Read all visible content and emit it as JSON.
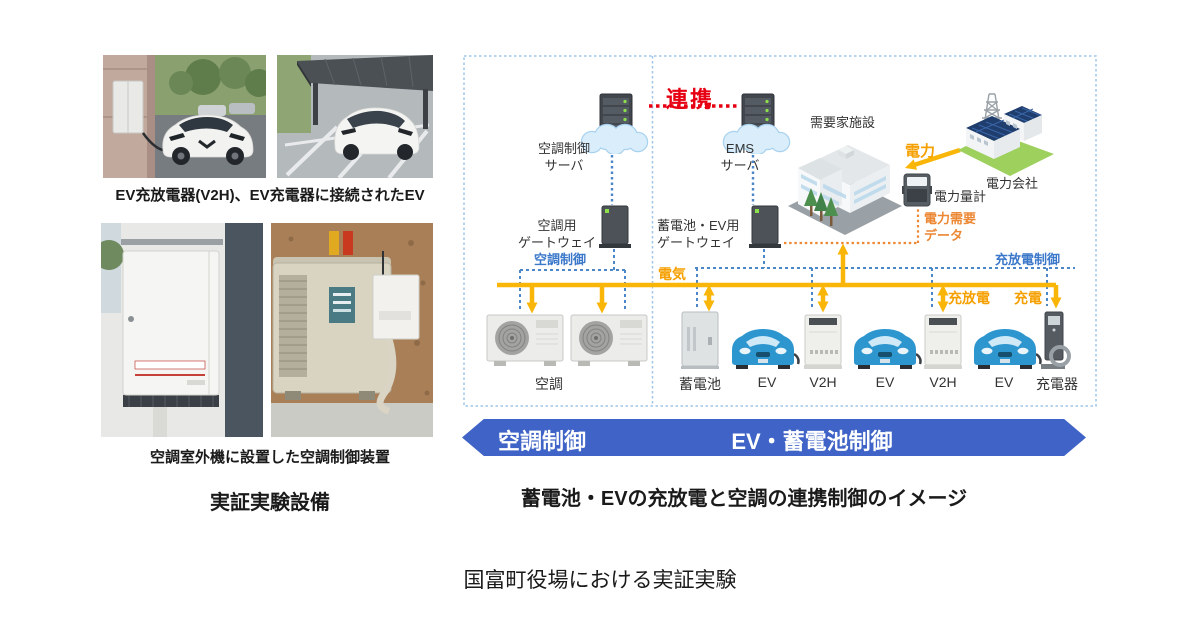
{
  "left_panel": {
    "caption_top": "EV充放電器(V2H)、EV充電器に接続されたEV",
    "caption_bottom": "空調室外機に設置した空調制御装置",
    "title": "実証実験設備"
  },
  "diagram": {
    "linkage": "連携",
    "ac_server": "空調制御\nサーバ",
    "ems_server": "EMS\nサーバ",
    "ac_gateway": "空調用\nゲートウェイ",
    "ev_gateway": "蓄電池・EV用\nゲートウェイ",
    "ac_control": "空調制御",
    "discharge_control": "充放電制御",
    "electricity": "電気",
    "charge_discharge": "充放電",
    "charge": "充電",
    "power": "電力",
    "facility": "需要家施設",
    "power_company": "電力会社",
    "meter": "電力量計",
    "demand_data": "電力需要\nデータ",
    "device_labels": [
      "空調",
      "蓄電池",
      "EV",
      "V2H",
      "EV",
      "V2H",
      "EV",
      "充電器"
    ],
    "banner": {
      "left": "空調制御",
      "right": "EV・蓄電池制御"
    },
    "caption": "蓄電池・EVの充放電と空調の連携制御のイメージ"
  },
  "footer": {
    "caption": "国富町役場における実証実験"
  },
  "colors": {
    "linkage_red": "#e60012",
    "control_blue": "#3b78c9",
    "border_light_blue": "#9fc6ea",
    "power_yellow": "#f9b608",
    "orange_label": "#f5a000",
    "demand_orange": "#ec8733",
    "banner_blue": "#3f63c7"
  }
}
